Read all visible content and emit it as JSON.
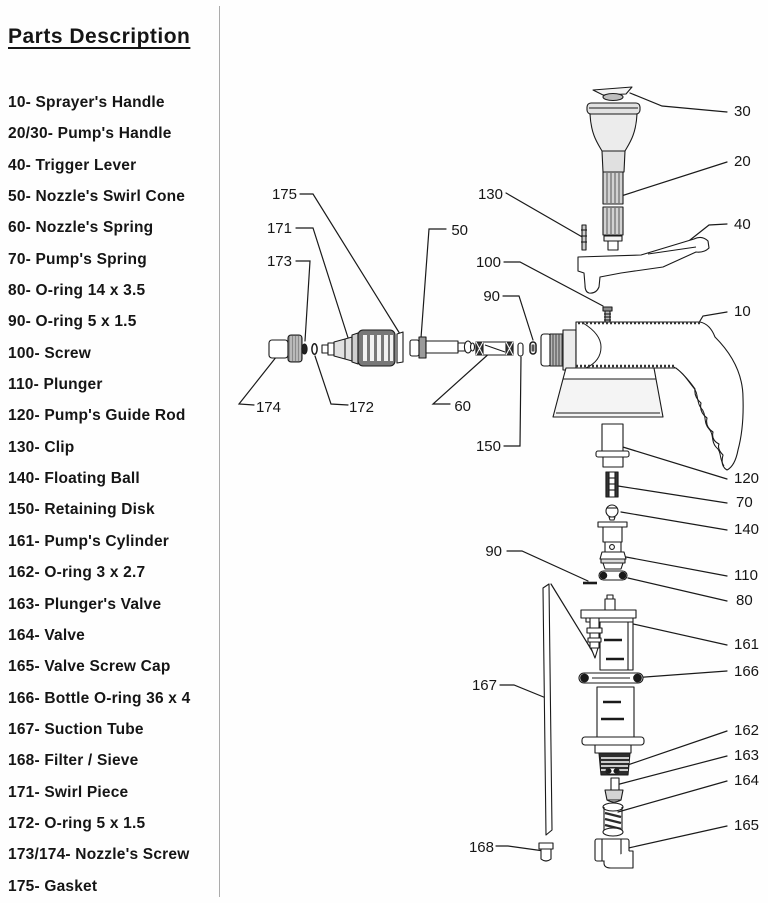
{
  "parts": {
    "heading": "Parts Description",
    "items": [
      "10- Sprayer's Handle",
      "20/30- Pump's Handle",
      "40- Trigger Lever",
      "50- Nozzle's Swirl Cone",
      "60- Nozzle's Spring",
      "70- Pump's Spring",
      "80- O-ring 14 x 3.5",
      "90- O-ring 5 x 1.5",
      "100- Screw",
      "110- Plunger",
      "120- Pump's Guide Rod",
      "130- Clip",
      "140- Floating Ball",
      "150- Retaining Disk",
      "161- Pump's Cylinder",
      "162- O-ring 3 x 2.7",
      "163- Plunger's Valve",
      "164- Valve",
      "165- Valve Screw Cap",
      "166- Bottle O-ring 36 x 4",
      "167- Suction Tube",
      "168- Filter / Sieve",
      "171- Swirl Piece",
      "172- O-ring 5 x 1.5",
      "173/174- Nozzle's Screw",
      "175- Gasket"
    ]
  },
  "diagram": {
    "callouts": {
      "c30": "30",
      "c20": "20",
      "c40": "40",
      "c10": "10",
      "c120": "120",
      "c70": "70",
      "c140": "140",
      "c110": "110",
      "c80": "80",
      "c161": "161",
      "c166": "166",
      "c162": "162",
      "c163": "163",
      "c164": "164",
      "c165": "165",
      "c175": "175",
      "c171": "171",
      "c173": "173",
      "c174": "174",
      "c172": "172",
      "c50": "50",
      "c130": "130",
      "c100": "100",
      "c90_upper": "90",
      "c60": "60",
      "c150": "150",
      "c90_lower": "90",
      "c167": "167",
      "c168": "168"
    },
    "ink_color": "#1a1a1a"
  }
}
